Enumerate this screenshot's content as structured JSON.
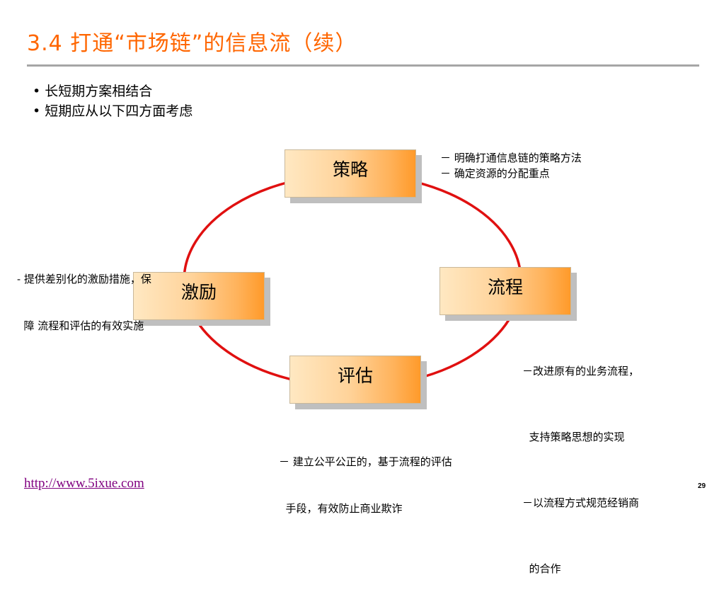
{
  "title": "3.4 打通“市场链”的信息流（续）",
  "bullets": [
    "长短期方案相结合",
    "短期应从以下四方面考虑"
  ],
  "colors": {
    "title": "#ff6600",
    "ring": "#e01010",
    "box_start": "#ffe8c2",
    "box_end": "#ff9a2a"
  },
  "cycle": {
    "strategy": {
      "label": "策略",
      "notes": [
        "－ 明确打通信息链的策略方法",
        "－ 确定资源的分配重点"
      ]
    },
    "process": {
      "label": "流程",
      "notes": [
        "－改进原有的业务流程，",
        "  支持策略思想的实现",
        "－以流程方式规范经销商",
        "  的合作"
      ]
    },
    "evaluation": {
      "label": "评估",
      "notes": [
        "－ 建立公平公正的，基于流程的评估",
        "  手段，有效防止商业欺诈"
      ]
    },
    "incentive": {
      "label": "激励",
      "notes": [
        "- 提供差别化的激励措施，保",
        "  障 流程和评估的有效实施"
      ]
    }
  },
  "footer": {
    "link": "http://www.5ixue.com",
    "page": "29"
  }
}
